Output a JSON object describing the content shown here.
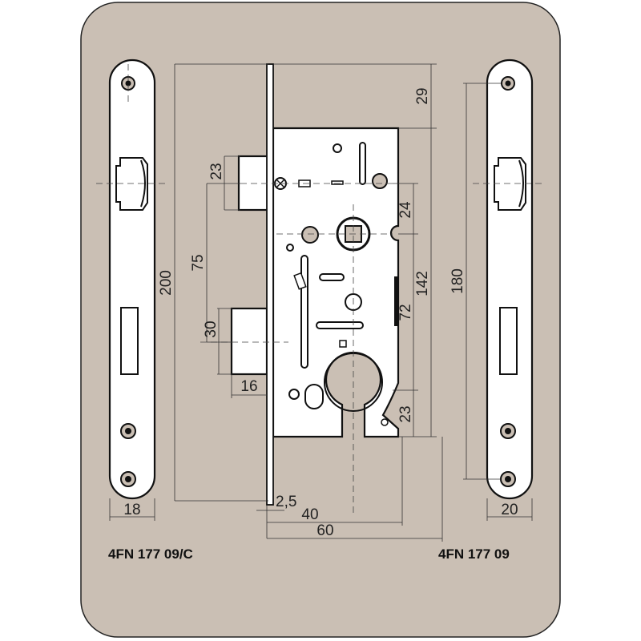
{
  "drawing": {
    "background_color": "#cabfb4",
    "products": {
      "left_code": "4FN 177 09/C",
      "right_code": "4FN 177 09"
    },
    "dimensions": {
      "total_height": "200",
      "top_offset": "29",
      "body_height": "142",
      "latch_to_spindle": "24",
      "spindle_to_cylinder": "72",
      "cylinder_to_bottom": "23",
      "latch_to_bolt": "75",
      "latch_height": "23",
      "bolt_height": "30",
      "bolt_projection": "16",
      "faceplate_thickness": "2,5",
      "backset": "40",
      "body_depth": "60",
      "left_plate_width": "18",
      "right_plate_width": "20",
      "right_screw_spacing": "180"
    }
  }
}
